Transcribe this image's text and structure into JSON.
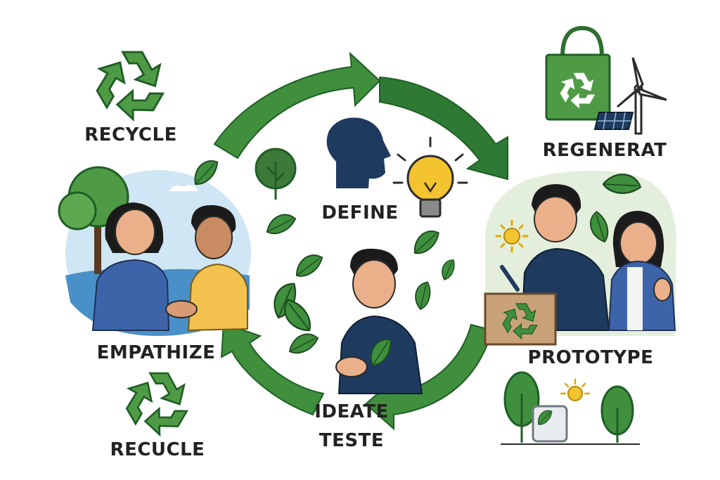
{
  "labels": {
    "recycle": "RECYCLE",
    "regenerat": "REGENERAT",
    "define": "DEFINE",
    "empathize": "EMPATHIZE",
    "prototype": "PROTOTYPE",
    "ideate": "IDEATE",
    "teste": "TESTE",
    "recucle": "RECUCLE"
  },
  "colors": {
    "green": "#3f8f3c",
    "light_green": "#5ea84f",
    "dark_green": "#2e6e2f",
    "navy": "#1f3a5f",
    "text": "#222222",
    "sky": "#cfe6f4",
    "yellow": "#f4c430"
  },
  "icons": [
    "recycle-icon",
    "shopping-bag-icon",
    "wind-turbine-icon",
    "solar-panel-icon",
    "head-profile-icon",
    "lightbulb-icon",
    "sun-icon",
    "tree-icon",
    "leaf-icon"
  ]
}
